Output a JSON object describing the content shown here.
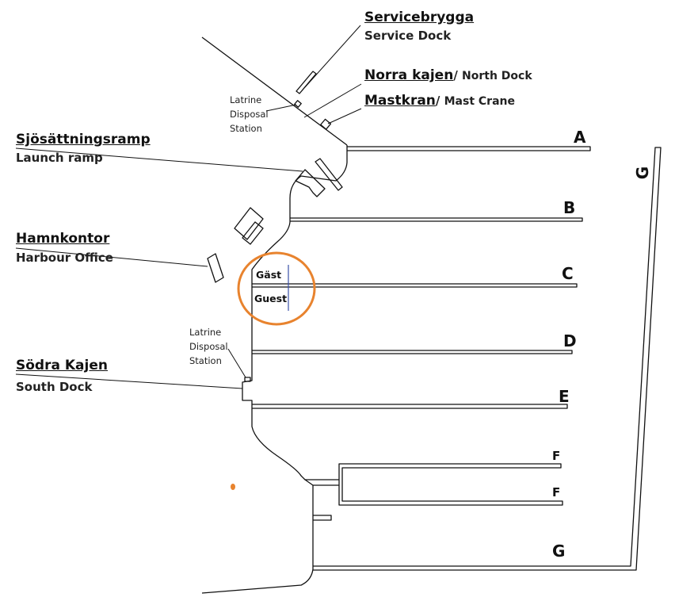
{
  "labels": {
    "service_dock": {
      "sv": "Servicebrygga",
      "en": "Service Dock"
    },
    "north_dock": {
      "sv": "Norra kajen",
      "sep": "/ ",
      "en": "North Dock"
    },
    "mast_crane": {
      "sv": "Mastkran",
      "sep": "/ ",
      "en": "Mast Crane"
    },
    "latrine_north": [
      "Latrine",
      "Disposal",
      "Station"
    ],
    "launch_ramp": {
      "sv": "Sjösättningsramp",
      "en": "Launch ramp"
    },
    "harbour_office": {
      "sv": "Hamnkontor",
      "en": "Harbour Office"
    },
    "latrine_south": [
      "Latrine",
      "Disposal",
      "Station"
    ],
    "south_dock": {
      "sv": "Södra Kajen",
      "en": "South Dock"
    },
    "guest": {
      "sv": "Gäst",
      "en": "Guest"
    }
  },
  "piers": {
    "A": "A",
    "B": "B",
    "C": "C",
    "D": "D",
    "E": "E",
    "F1": "F",
    "F2": "F",
    "G_bottom": "G",
    "G_side": "G"
  },
  "colors": {
    "highlight": "#e8832e",
    "line": "#111111",
    "guest_divider": "#3a4fa8"
  }
}
